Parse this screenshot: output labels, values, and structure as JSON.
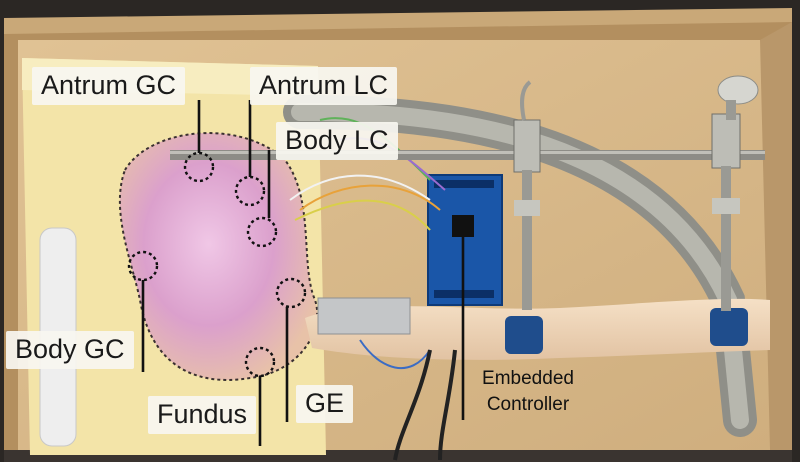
{
  "labels": {
    "antrum_gc": "Antrum GC",
    "antrum_lc": "Antrum LC",
    "body_lc": "Body LC",
    "body_gc": "Body GC",
    "fundus": "Fundus",
    "ge": "GE",
    "controller_line1": "Embedded",
    "controller_line2": "Controller"
  },
  "colors": {
    "box_wall": "#c9a878",
    "box_floor": "#d8b888",
    "foam": "#f2e2a4",
    "stomach": "#e0a8d0",
    "tube": "#a9a9a0",
    "arduino": "#1a56a8",
    "silicone": "#f0d6b8",
    "clamp_blue": "#1f4d8c"
  }
}
